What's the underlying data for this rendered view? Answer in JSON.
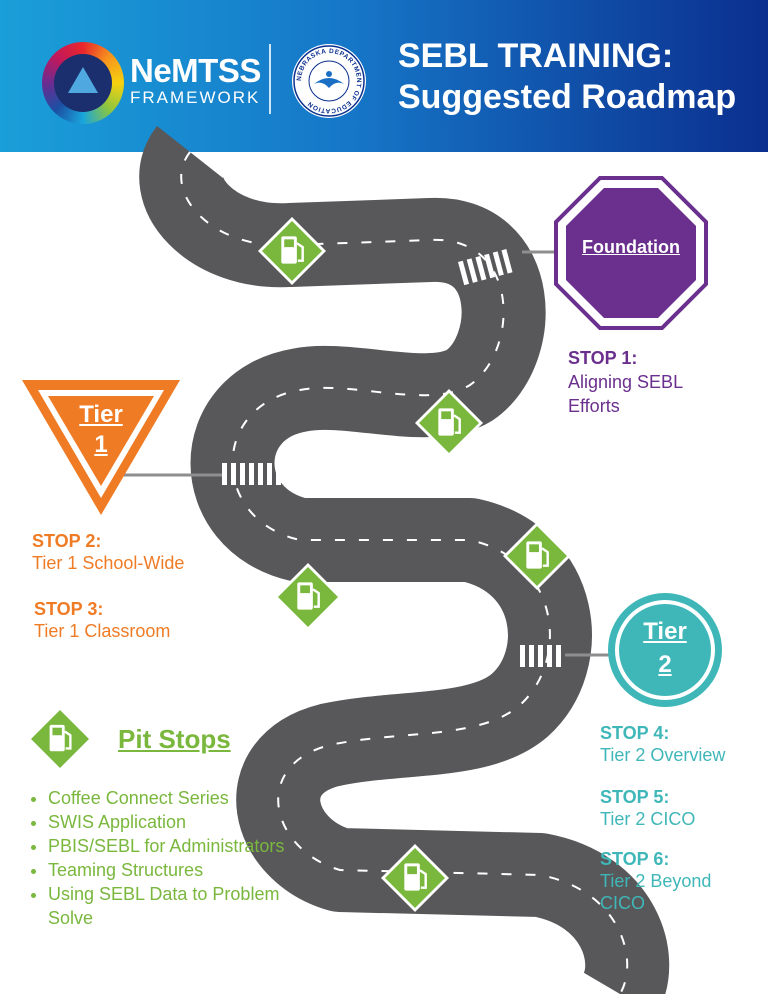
{
  "header": {
    "brand_name": "NeMTSS",
    "brand_sub": "FRAMEWORK",
    "seal_text": "NEBRASKA DEPARTMENT OF EDUCATION",
    "title_line1": "SEBL TRAINING:",
    "title_line2": "Suggested Roadmap"
  },
  "signs": {
    "foundation": "Foundation",
    "tier1_line1": "Tier",
    "tier1_line2": "1",
    "tier2_line1": "Tier",
    "tier2_line2": "2"
  },
  "stops": [
    {
      "label": "STOP 1:",
      "text_line1": "Aligning SEBL",
      "text_line2": "Efforts"
    },
    {
      "label": "STOP 2:",
      "text_line1": "Tier 1 School-Wide"
    },
    {
      "label": "STOP 3:",
      "text_line1": "Tier 1 Classroom"
    },
    {
      "label": "STOP 4:",
      "text_line1": "Tier 2 Overview"
    },
    {
      "label": "STOP 5:",
      "text_line1": "Tier 2 CICO"
    },
    {
      "label": "STOP 6:",
      "text_line1": "Tier 2 Beyond",
      "text_line2": "CICO"
    }
  ],
  "pit_stops": {
    "title": "Pit Stops",
    "items": [
      "Coffee Connect Series",
      "SWIS Application",
      "PBIS/SEBL for Administrators",
      "Teaming Structures",
      "Using SEBL Data to Problem Solve"
    ]
  },
  "colors": {
    "foundation": "#6b2f8e",
    "tier1": "#f07b25",
    "tier2": "#3fb7b8",
    "pit_stop": "#7ab73d",
    "road": "#58585a"
  },
  "icons": [
    "fuel-pump-icon",
    "crosswalk",
    "stop-sign",
    "yield-sign",
    "circle-sign"
  ]
}
